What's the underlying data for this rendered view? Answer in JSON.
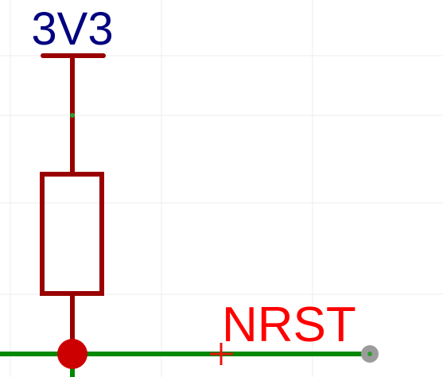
{
  "schematic": {
    "power_label": "3V3",
    "net_label": "NRST",
    "colors": {
      "background": "#ffffff",
      "grid": "#ececec",
      "power_symbol": "#990000",
      "power_text": "#00007f",
      "component": "#990000",
      "wire": "#008800",
      "junction": "#cc0000",
      "net_text": "#ff0000",
      "net_marker": "#e8150f",
      "endpoint": "#9b9b9b",
      "pin_dot": "#2e9c2e"
    },
    "components": [
      {
        "type": "resistor",
        "name": "resistor-body"
      },
      {
        "type": "power-flag",
        "name": "power-symbol-3v3"
      },
      {
        "type": "junction",
        "name": "wire-junction"
      }
    ]
  }
}
